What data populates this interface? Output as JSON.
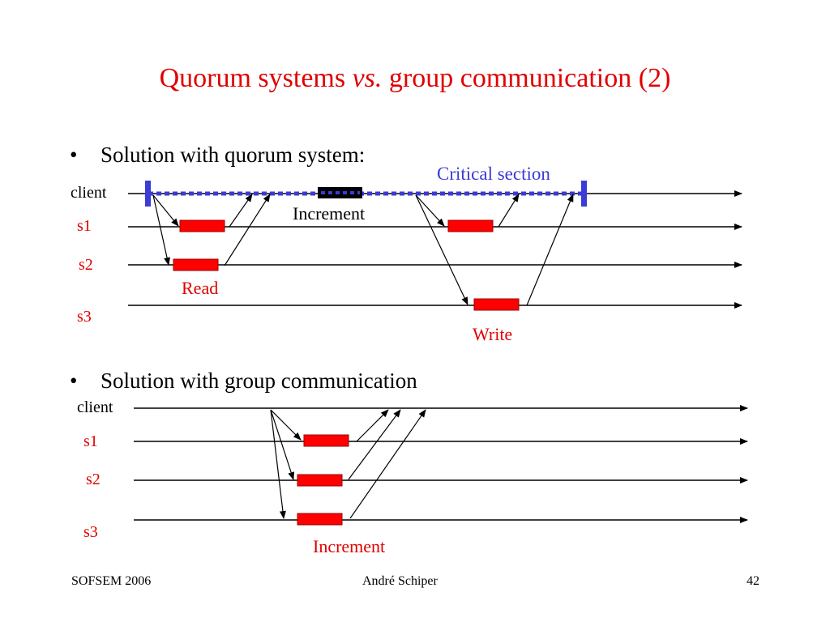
{
  "slide": {
    "title_part1": "Quorum systems ",
    "title_em": "vs.",
    "title_part2": " group communication (2)",
    "footer_left": "SOFSEM 2006",
    "footer_center": "André Schiper",
    "footer_right": "42"
  },
  "section1": {
    "bullet": "Solution with quorum system:",
    "critical_section_label": "Critical section",
    "increment_label": "Increment",
    "read_label": "Read",
    "write_label": "Write",
    "process_labels": {
      "client": "client",
      "s1": "s1",
      "s2": "s2",
      "s3": "s3"
    }
  },
  "section2": {
    "bullet": "Solution with group communication",
    "increment_label": "Increment",
    "process_labels": {
      "client": "client",
      "s1": "s1",
      "s2": "s2",
      "s3": "s3"
    }
  },
  "colors": {
    "title": "#e00000",
    "label_red": "#e00000",
    "critical_blue": "#3b3bd6",
    "op_box": "#ff0000",
    "increment_box": "#000000"
  }
}
